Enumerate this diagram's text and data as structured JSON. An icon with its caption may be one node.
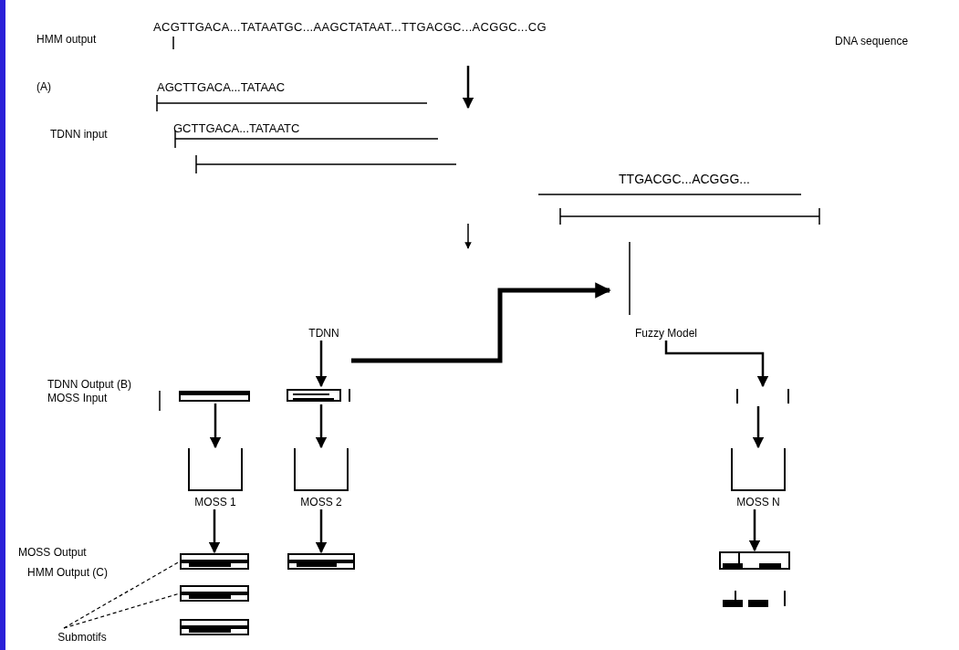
{
  "diagram": {
    "nodes": [
      {
        "text": [
          "TDNN"
        ]
      },
      {
        "text": [
          "Fuzzy Model"
        ]
      },
      {
        "text": [],
        "shape": "bar"
      },
      {
        "text": [],
        "shape": "picture"
      },
      {
        "text": [],
        "shape": "picture"
      },
      {
        "text": [
          "MOSS 1"
        ]
      },
      {
        "text": [
          "MOSS 2"
        ]
      },
      {
        "text": [
          "MOSS N"
        ]
      },
      {
        "text": [],
        "shape": "picture"
      },
      {
        "text": [],
        "shape": "picture"
      },
      {
        "text": [],
        "shape": "picture"
      },
      {
        "text": [],
        "shape": "picture"
      },
      {
        "text": [],
        "shape": "picture"
      },
      {
        "text": [],
        "shape": "picture"
      },
      {
        "text": [
          "Submotifs"
        ]
      }
    ],
    "edges": [
      {
        "from": 0,
        "to": 3,
        "arrow": "to"
      },
      {
        "from": 0,
        "to": null,
        "arrow": "to",
        "style": "thick"
      },
      {
        "from": 1,
        "to": 4,
        "arrow": "to"
      },
      {
        "from": 2,
        "to": 5,
        "arrow": "to"
      },
      {
        "from": 3,
        "to": 6,
        "arrow": "to"
      },
      {
        "from": 4,
        "to": 7,
        "arrow": "to"
      },
      {
        "from": 5,
        "to": 8,
        "arrow": "to"
      },
      {
        "from": 6,
        "to": 11,
        "arrow": "to"
      },
      {
        "from": 7,
        "to": 12,
        "arrow": "to"
      },
      {
        "from": 14,
        "to": 8,
        "arrow": "none",
        "style": "dashed"
      },
      {
        "from": 14,
        "to": 9,
        "arrow": "none",
        "style": "dashed"
      }
    ],
    "labels": [
      "ACGTTGACA...TATAATGC...AAGCTATAAT...TTGACGC...ACGGC...CG",
      "HMM output",
      "DNA sequence",
      "(A)",
      "AGCTTGACA...TATAAC",
      "TDNN input",
      "GCTTGACA...TATAATC",
      "TTGACGC...ACGGG...",
      "TDNN Output (B) MOSS Input",
      "MOSS Output",
      "HMM Output (C)"
    ]
  }
}
